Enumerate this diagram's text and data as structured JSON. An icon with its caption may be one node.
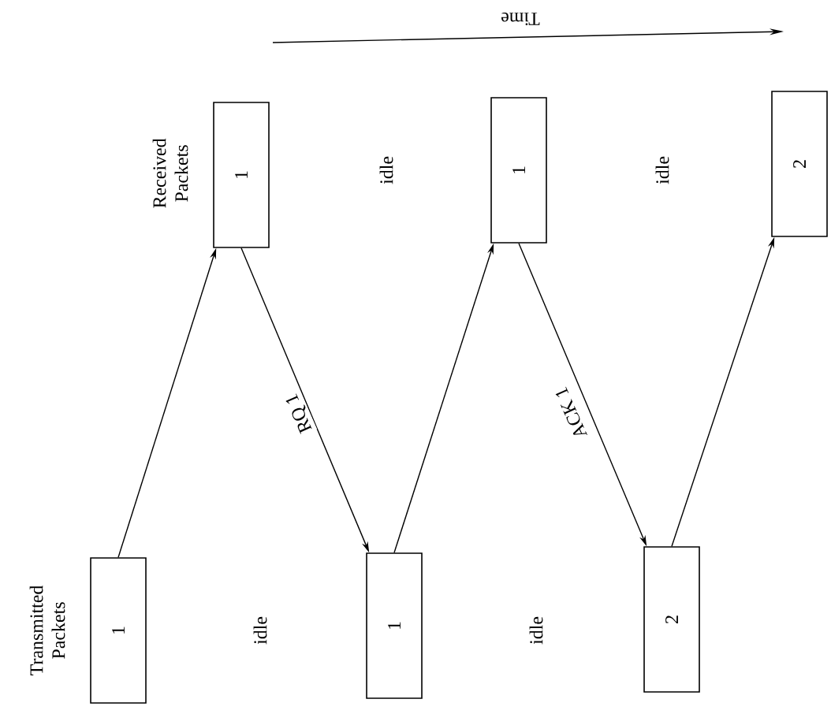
{
  "diagram": {
    "nodes": [
      {
        "text": [
          "1"
        ]
      },
      {
        "text": [
          "1"
        ]
      },
      {
        "text": [
          "1"
        ]
      },
      {
        "text": [
          "1"
        ]
      },
      {
        "text": [
          "2"
        ]
      },
      {
        "text": [
          "2"
        ]
      }
    ],
    "edges": [
      {
        "from": 0,
        "to": 1,
        "arrow": "to"
      },
      {
        "from": 1,
        "to": 2,
        "arrow": "to",
        "label": "RQ 1"
      },
      {
        "from": 2,
        "to": 3,
        "arrow": "to"
      },
      {
        "from": 3,
        "to": 4,
        "arrow": "to",
        "label": "ACK 1"
      },
      {
        "from": 4,
        "to": 5,
        "arrow": "to"
      }
    ],
    "labels": [
      "Transmitted Packets",
      "Received Packets",
      "idle",
      "idle",
      "idle",
      "idle",
      "Time"
    ]
  }
}
